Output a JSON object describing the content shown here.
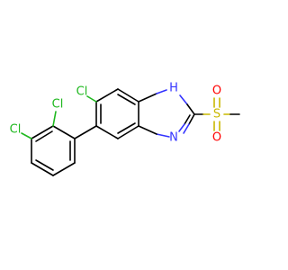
{
  "molecule": {
    "atom_labels": {
      "cl_ring": "Cl",
      "cl_ortho": "Cl",
      "cl_meta": "Cl",
      "nh": "H",
      "n_ring": "N",
      "sulfur": "S",
      "o_top": "O",
      "o_bottom": "O"
    },
    "colors": {
      "bond": "#000000",
      "chlorine": "#1fb81f",
      "nitrogen": "#3333ff",
      "oxygen": "#ff0000",
      "sulfur": "#c9b800"
    }
  }
}
